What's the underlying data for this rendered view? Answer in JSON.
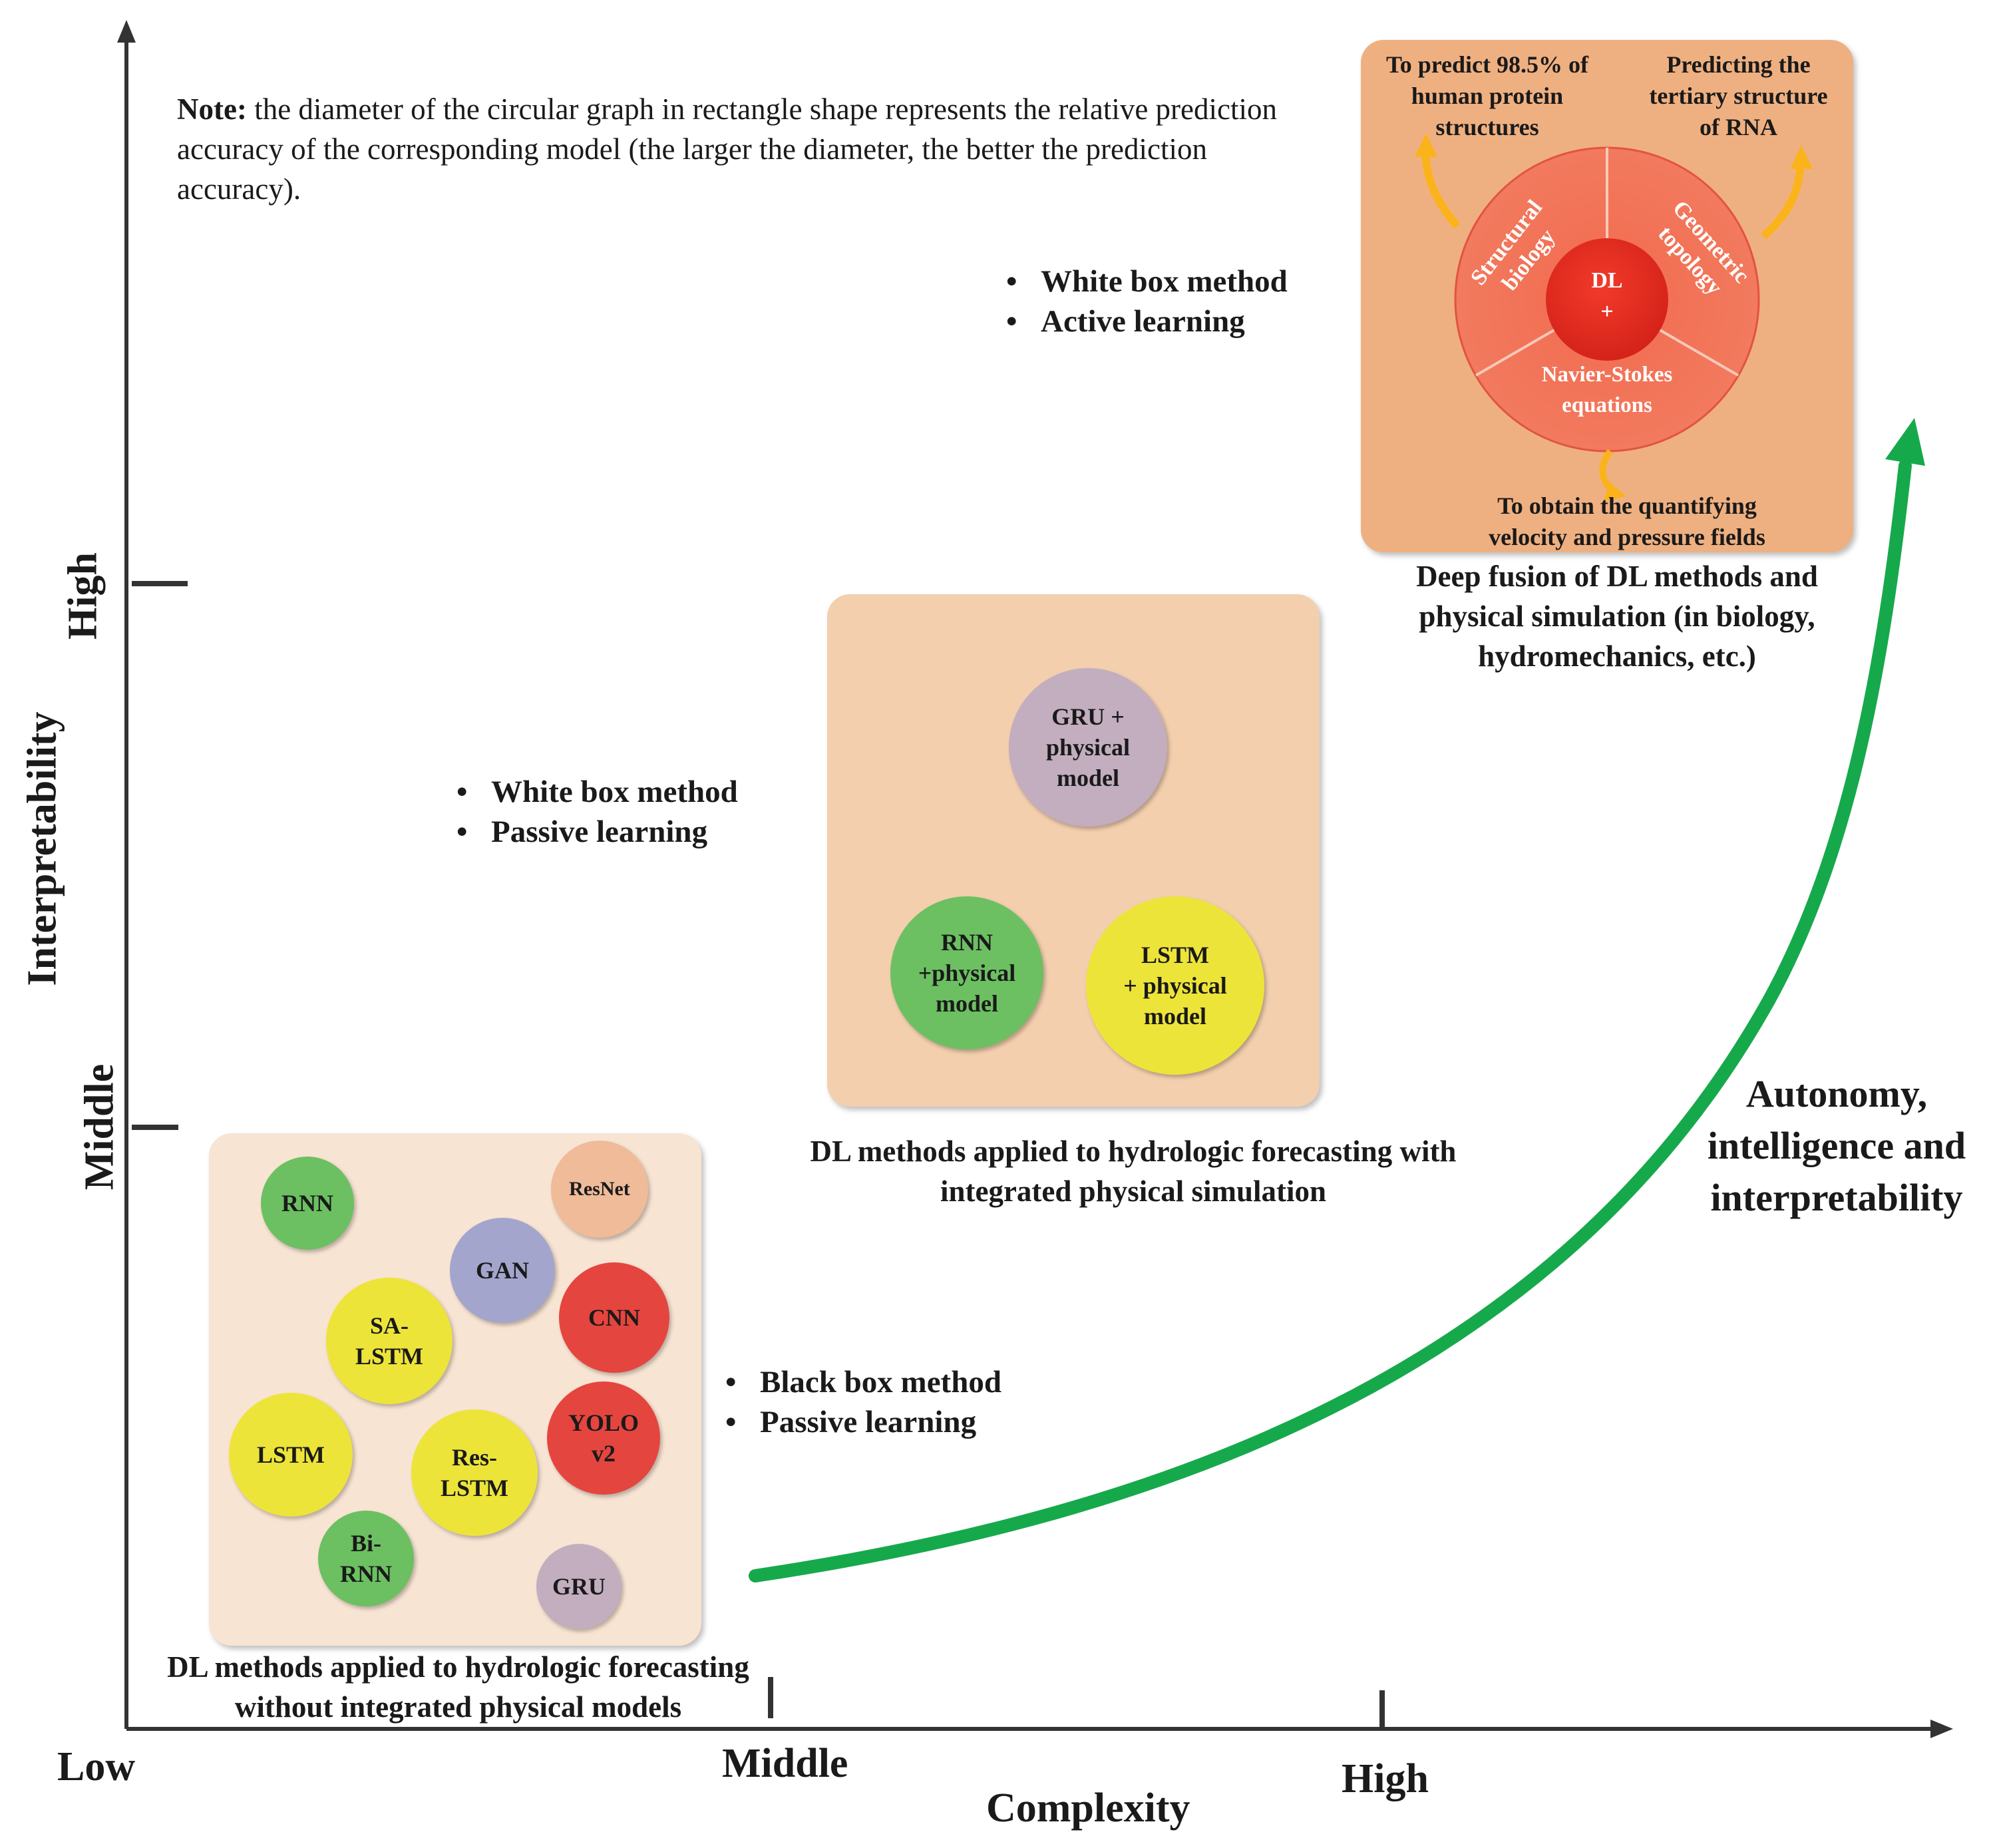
{
  "note": {
    "label": "Note:",
    "text": " the diameter of the circular graph in rectangle shape represents the relative prediction accuracy of the corresponding model (the larger the diameter, the better the prediction accuracy)."
  },
  "axes": {
    "y_title": "Interpretability",
    "x_title": "Complexity",
    "y_ticks": [
      "Middle",
      "High"
    ],
    "x_ticks": [
      "Low",
      "Middle",
      "High"
    ]
  },
  "stage3": {
    "bullets": [
      "White box method",
      "Active learning"
    ],
    "caption": "Deep fusion of DL methods and physical simulation (in biology, hydromechanics, etc.)",
    "center": "DL\n+",
    "sectors": [
      "Structural biology",
      "Geometric topology",
      "Navier-Stokes\nequations"
    ],
    "outcomes": [
      "To predict 98.5% of\nhuman protein\nstructures",
      "Predicting the\ntertiary structure\nof RNA",
      "To obtain the quantifying\nvelocity and pressure fields"
    ]
  },
  "stage2": {
    "bullets": [
      "White box method",
      "Passive learning"
    ],
    "caption": "DL methods applied to  hydrologic forecasting with integrated physical simulation",
    "models": [
      "GRU +\nphysical\nmodel",
      "RNN\n+physical\nmodel",
      "LSTM\n+ physical\nmodel"
    ]
  },
  "stage1": {
    "bullets": [
      "Black box method",
      "Passive learning"
    ],
    "caption": "DL methods applied to hydrologic forecasting without integrated physical models",
    "models": [
      "RNN",
      "ResNet",
      "GAN",
      "CNN",
      "SA-\nLSTM",
      "YOLO\nv2",
      "LSTM",
      "Res-\nLSTM",
      "Bi-\nRNN",
      "GRU"
    ]
  },
  "trend_label": "Autonomy,\nintelligence and\ninterpretability",
  "colors": {
    "arrow_green": "#16a94b",
    "box_light": "#f8e4d3",
    "box_mid": "#f3cfae",
    "box_dark": "#efb081",
    "green_circle": "#6cc062",
    "yellow_circle": "#ede43a",
    "red_circle": "#e5453f",
    "lavender_circle": "#c2aebf",
    "blue_circle": "#a3a5cc",
    "peach_circle": "#efbb99",
    "orange_arrow": "#fbb31c"
  }
}
